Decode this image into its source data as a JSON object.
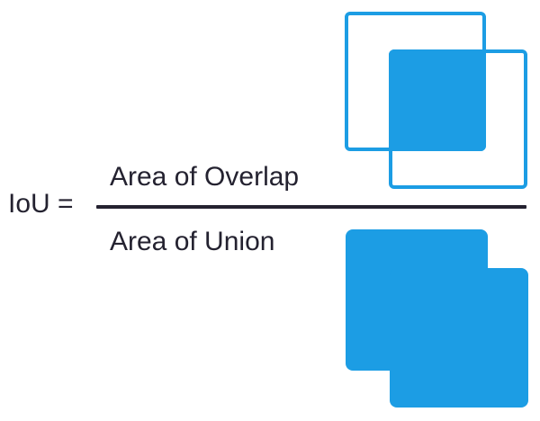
{
  "formula": {
    "lhs": "IoU =",
    "numerator": "Area of Overlap",
    "denominator": "Area of Union"
  },
  "diagrams": {
    "overlap": "two-overlapping-square-outlines-with-filled-intersection",
    "union": "two-overlapping-squares-filled-union-silhouette"
  },
  "colors": {
    "background": "#ffffff",
    "text": "#242230",
    "accent_blue": "#1C9DE4"
  }
}
